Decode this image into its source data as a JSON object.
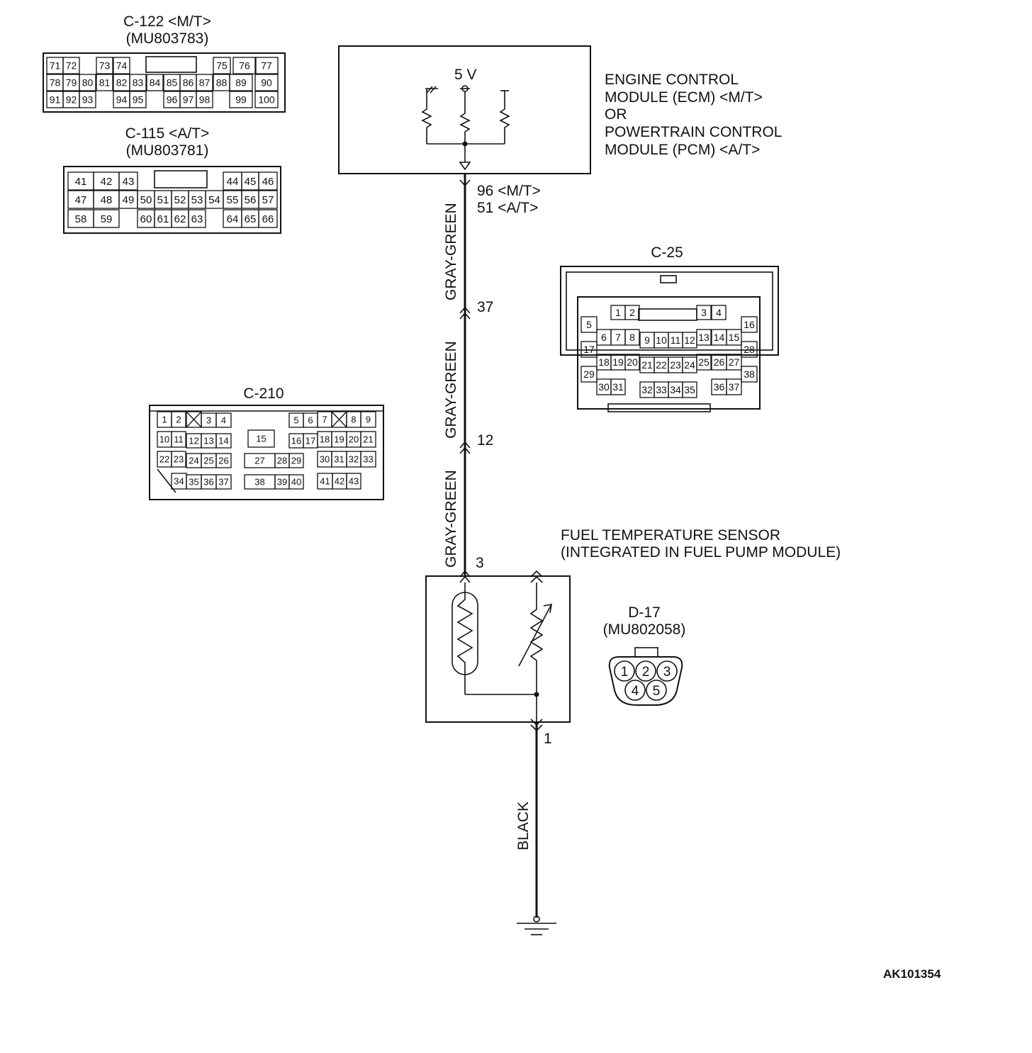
{
  "ecm": {
    "lines": [
      "ENGINE CONTROL",
      "MODULE (ECM) <M/T>",
      "OR",
      "POWERTRAIN CONTROL",
      "MODULE (PCM) <A/T>"
    ],
    "voltage": "5 V",
    "terminal_mt": "96 <M/T>",
    "terminal_at": "51 <A/T>"
  },
  "wires": {
    "segment1": "GRAY-GREEN",
    "segment2": "GRAY-GREEN",
    "segment3": "GRAY-GREEN",
    "ground": "BLACK"
  },
  "junctions": {
    "j37": "37",
    "j12": "12",
    "j3": "3",
    "j1": "1"
  },
  "sensor": {
    "line1": "FUEL TEMPERATURE SENSOR",
    "line2": "(INTEGRATED IN FUEL PUMP MODULE)"
  },
  "connectors": {
    "c122": {
      "name": "C-122 <M/T>",
      "part": "(MU803783)",
      "rows": [
        [
          "71",
          "72",
          "73",
          "74",
          "75",
          "76",
          "77"
        ],
        [
          "78",
          "79",
          "80",
          "81",
          "82",
          "83",
          "84",
          "85",
          "86",
          "87",
          "88",
          "89",
          "90"
        ],
        [
          "91",
          "92",
          "93",
          "94",
          "95",
          "96",
          "97",
          "98",
          "99",
          "100"
        ]
      ]
    },
    "c115": {
      "name": "C-115 <A/T>",
      "part": "(MU803781)",
      "rows": [
        [
          "41",
          "42",
          "43",
          "44",
          "45",
          "46"
        ],
        [
          "47",
          "48",
          "49",
          "50",
          "51",
          "52",
          "53",
          "54",
          "55",
          "56",
          "57"
        ],
        [
          "58",
          "59",
          "60",
          "61",
          "62",
          "63",
          "64",
          "65",
          "66"
        ]
      ]
    },
    "c25": {
      "name": "C-25",
      "pins": [
        "1",
        "2",
        "3",
        "4",
        "5",
        "6",
        "7",
        "8",
        "9",
        "10",
        "11",
        "12",
        "13",
        "14",
        "15",
        "16",
        "17",
        "18",
        "19",
        "20",
        "21",
        "22",
        "23",
        "24",
        "25",
        "26",
        "27",
        "28",
        "29",
        "30",
        "31",
        "32",
        "33",
        "34",
        "35",
        "36",
        "37",
        "38"
      ]
    },
    "c210": {
      "name": "C-210",
      "pins": [
        "1",
        "2",
        "3",
        "4",
        "5",
        "6",
        "7",
        "8",
        "9",
        "10",
        "11",
        "12",
        "13",
        "14",
        "15",
        "16",
        "17",
        "18",
        "19",
        "20",
        "21",
        "22",
        "23",
        "24",
        "25",
        "26",
        "27",
        "28",
        "29",
        "30",
        "31",
        "32",
        "33",
        "34",
        "35",
        "36",
        "37",
        "38",
        "39",
        "40",
        "41",
        "42",
        "43"
      ]
    },
    "d17": {
      "name": "D-17",
      "part": "(MU802058)",
      "pins": [
        "1",
        "2",
        "3",
        "4",
        "5"
      ]
    }
  },
  "figure_id": "AK101354"
}
